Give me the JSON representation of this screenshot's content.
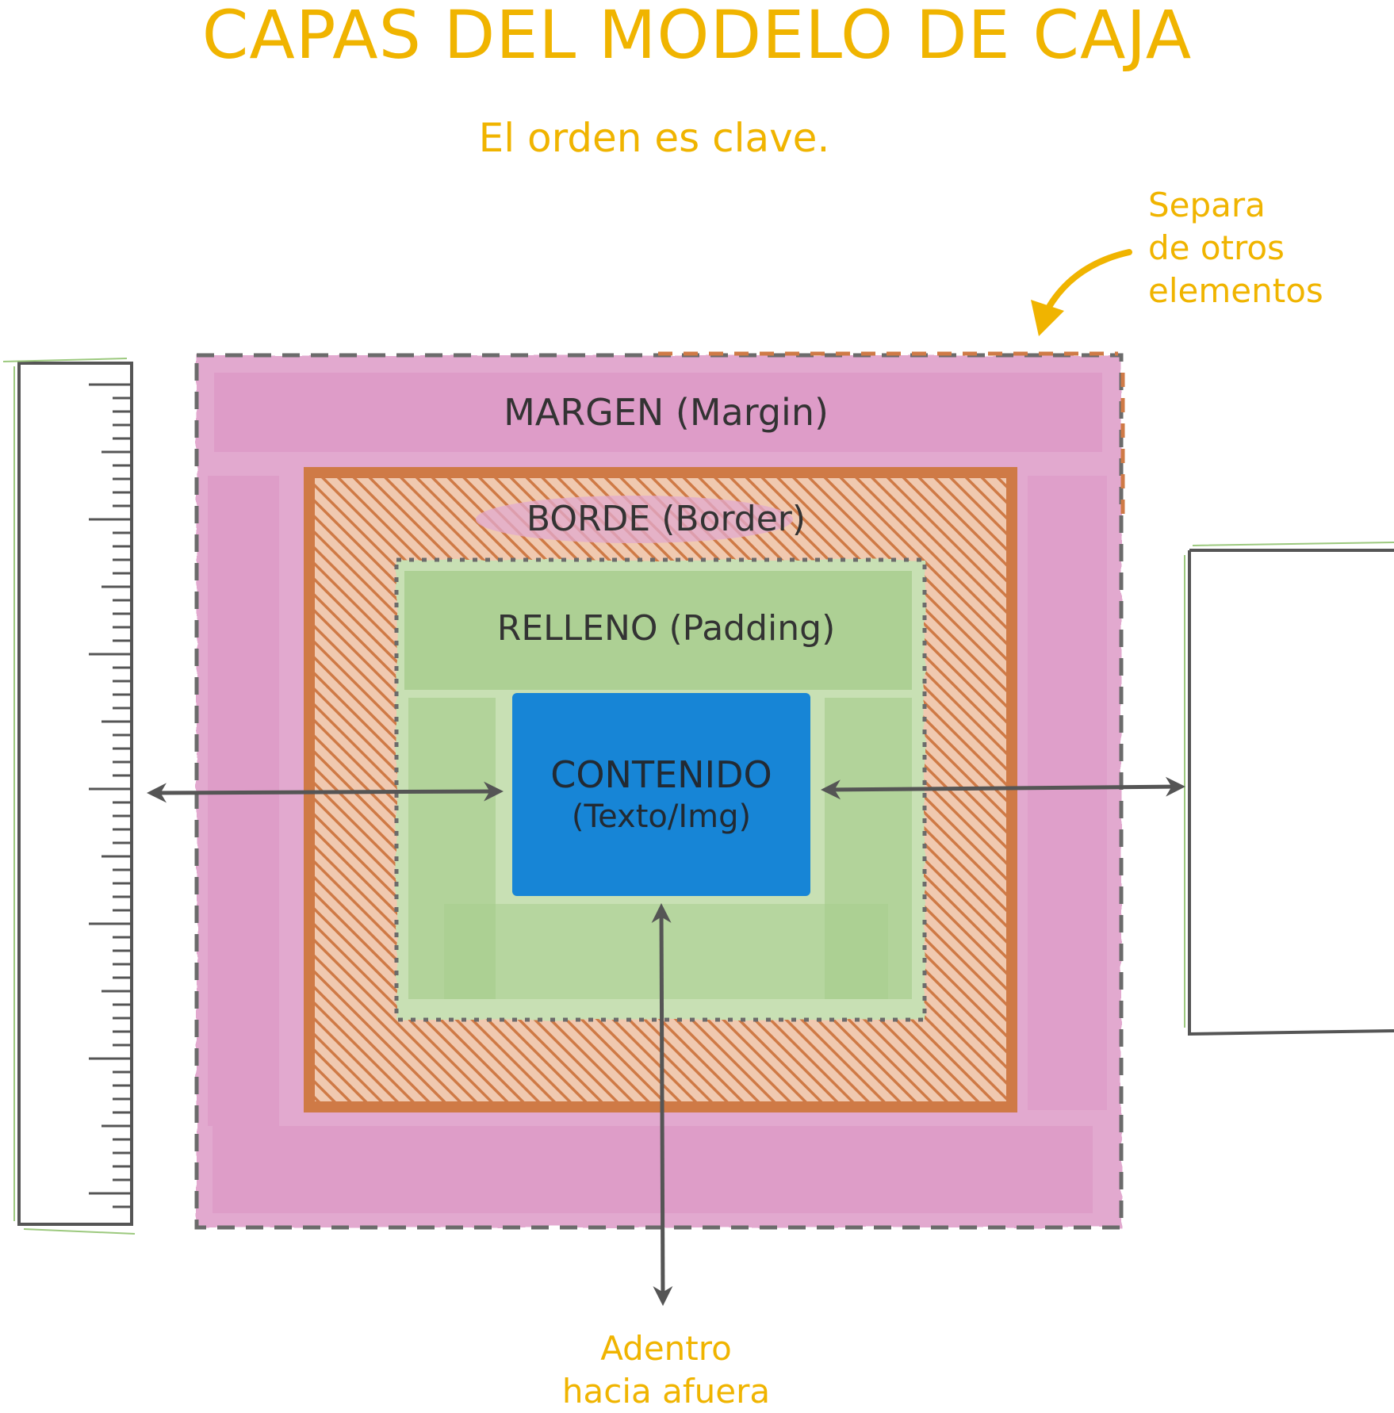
{
  "title": "CAPAS DEL MODELO DE CAJA",
  "subtitle": "El orden es clave.",
  "layers": {
    "margin": "MARGEN (Margin)",
    "border": "BORDE (Border)",
    "padding": "RELLENO (Padding)",
    "content_line1": "CONTENIDO",
    "content_line2": "(Texto/Img)"
  },
  "notes": {
    "separa": [
      "Separa",
      "de otros",
      "elementos"
    ],
    "adentro": [
      "Adentro",
      "hacia afuera"
    ]
  },
  "colors": {
    "accent": "#f0b400",
    "margin": "#e2a9cf",
    "margin_dark": "#d98cbf",
    "border": "#cf7a46",
    "border_light": "#f0c9b0",
    "padding": "#a8cd8e",
    "padding_light": "#c8e0b4",
    "content": "#1785d6",
    "outline": "#6b6b6b",
    "arrow": "#555555",
    "sketch_green": "#9cc97e"
  }
}
